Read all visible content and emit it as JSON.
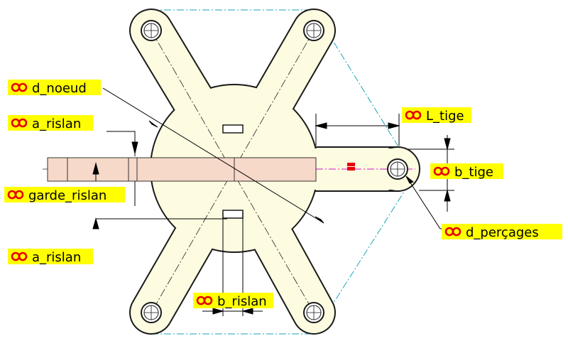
{
  "colors": {
    "part_fill": "#fdfbe0",
    "part_stroke": "#1a1a1a",
    "rislan_fill": "#f7d9c9",
    "label_bg": "#ffff00",
    "link_icon": "#e60000",
    "centerline_cyan": "#1aa6b7",
    "centerline_magenta": "#d417c8",
    "marker_red": "#e60000"
  },
  "icons": {
    "dimension_link": "chain-link-icon"
  },
  "labels": {
    "d_noeud": "d_noeud",
    "a_rislan_top": "a_rislan",
    "garde_rislan": "garde_rislan",
    "a_rislan_bottom": "a_rislan",
    "b_rislan": "b_rislan",
    "L_tige": "L_tige",
    "b_tige": "b_tige",
    "d_percages": "d_perçages"
  }
}
